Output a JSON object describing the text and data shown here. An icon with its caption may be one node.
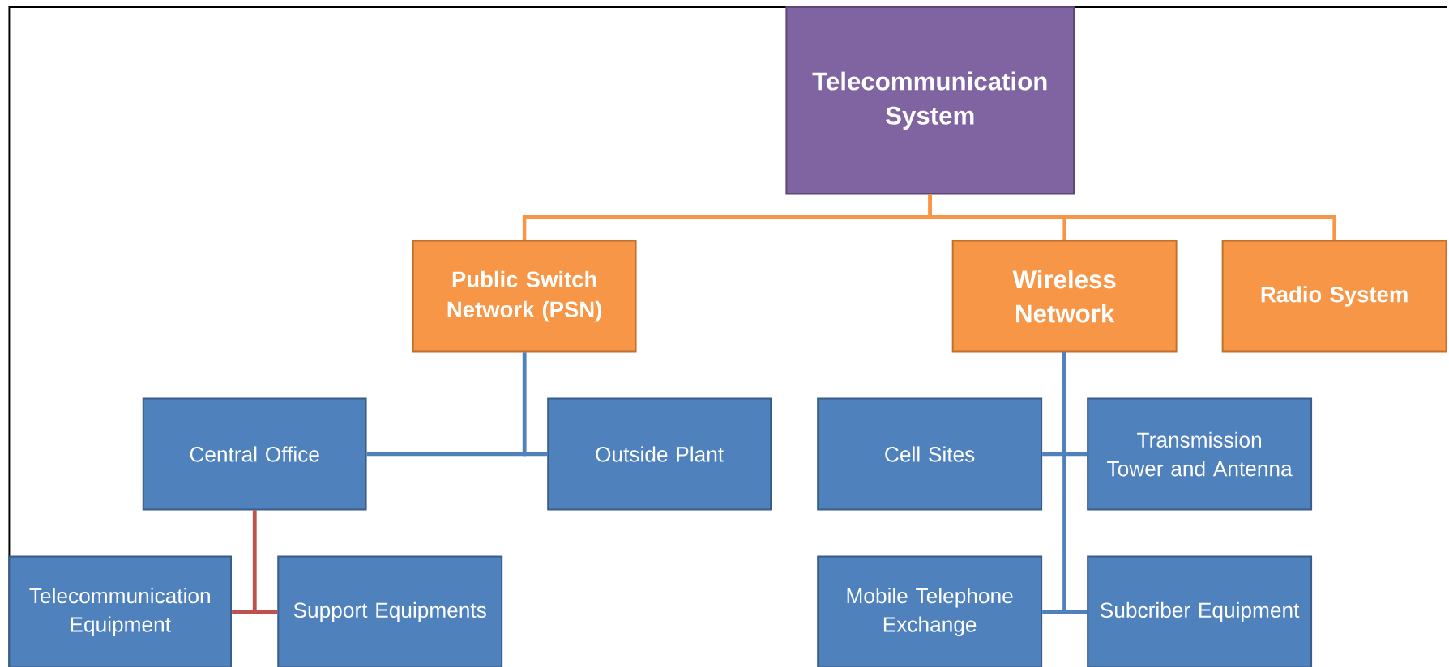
{
  "diagram": {
    "nodes": [
      {
        "text": [
          "Telecommunication System"
        ]
      },
      {
        "text": [
          "Public Switch Network (PSN)"
        ]
      },
      {
        "text": [
          "Wireless Network"
        ]
      },
      {
        "text": [
          "Radio System"
        ]
      },
      {
        "text": [
          "Central Office"
        ]
      },
      {
        "text": [
          "Outside Plant"
        ]
      },
      {
        "text": [
          "Telecommunication Equipment"
        ]
      },
      {
        "text": [
          "Support Equipments"
        ]
      },
      {
        "text": [
          "Cell Sites"
        ]
      },
      {
        "text": [
          "Transmission Tower and Antenna"
        ]
      },
      {
        "text": [
          "Mobile Telephone Exchange"
        ]
      },
      {
        "text": [
          "Subcriber Equipment"
        ]
      }
    ],
    "edges": [
      {
        "from": 0,
        "to": 1,
        "arrow": "none",
        "color": "#f79646"
      },
      {
        "from": 0,
        "to": 2,
        "arrow": "none",
        "color": "#f79646"
      },
      {
        "from": 0,
        "to": 3,
        "arrow": "none",
        "color": "#f79646"
      },
      {
        "from": 1,
        "to": 4,
        "arrow": "none"
      },
      {
        "from": 1,
        "to": 5,
        "arrow": "none"
      },
      {
        "from": 2,
        "to": 8,
        "arrow": "none"
      },
      {
        "from": 2,
        "to": 9,
        "arrow": "none"
      },
      {
        "from": 2,
        "to": 10,
        "arrow": "none"
      },
      {
        "from": 2,
        "to": 11,
        "arrow": "none"
      },
      {
        "from": 4,
        "to": 6,
        "arrow": "none",
        "color": "#c0504d"
      },
      {
        "from": 4,
        "to": 7,
        "arrow": "none",
        "color": "#c0504d"
      }
    ]
  }
}
